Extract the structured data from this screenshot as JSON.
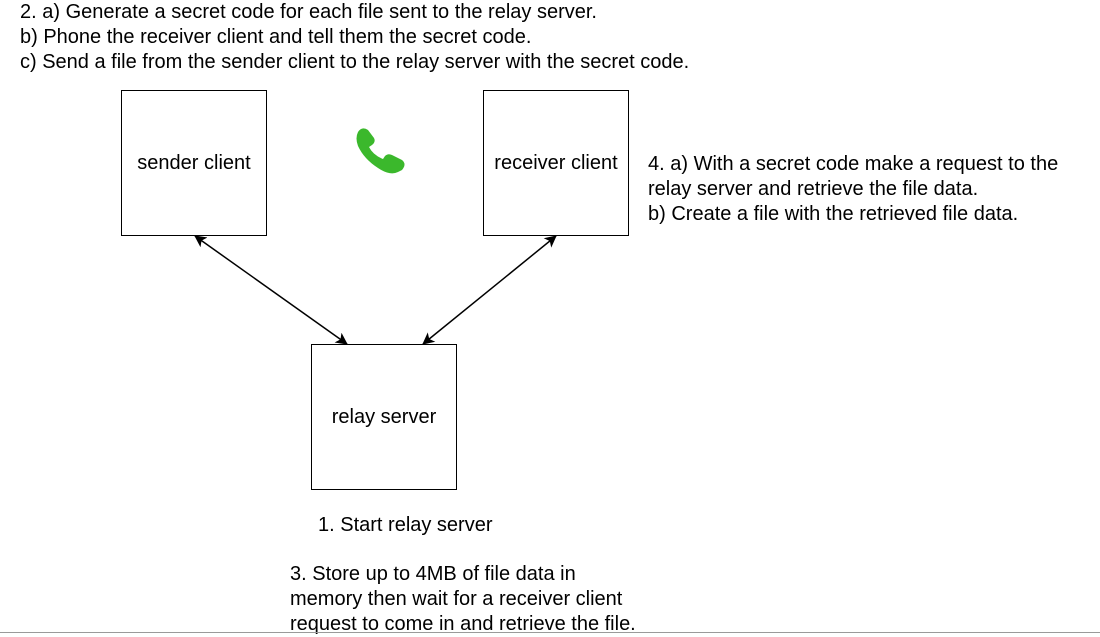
{
  "step2": {
    "lines": [
      "2. a) Generate a secret code for each file sent to the relay server.",
      "b) Phone the receiver client and tell them the secret code.",
      "c) Send a file from the sender client to the relay server with the secret code."
    ]
  },
  "step4": {
    "lines": [
      "4. a) With a secret code make a request to the",
      "relay server and retrieve the file data.",
      "b) Create a file with the retrieved file data."
    ]
  },
  "step1": {
    "lines": [
      "1. Start relay server"
    ]
  },
  "step3": {
    "lines": [
      "3. Store up to 4MB of file data in",
      "memory then wait for a receiver client",
      "request to come in and retrieve the file."
    ]
  },
  "nodes": {
    "sender": "sender client",
    "receiver": "receiver client",
    "relay": "relay server"
  },
  "icons": {
    "phone": {
      "name": "phone-icon",
      "color": "#3bb82c"
    }
  },
  "colors": {
    "line": "#000000",
    "rule": "#9a9a9a"
  }
}
